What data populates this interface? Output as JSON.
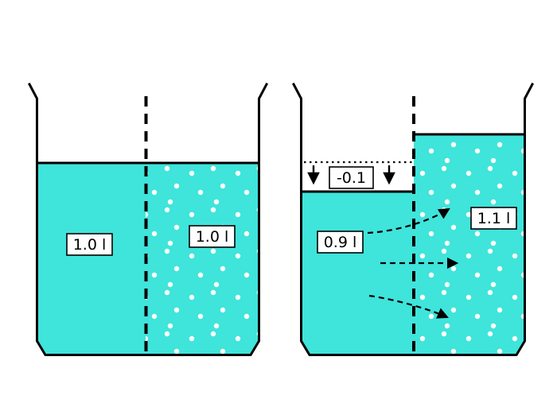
{
  "diagram": {
    "colors": {
      "liquid": "#3FE4DB",
      "outline": "#000000",
      "solute_dots": "#ffffff",
      "background": "#ffffff"
    },
    "beaker_before": {
      "left_volume": "1.0 l",
      "right_volume": "1.0 l"
    },
    "beaker_after": {
      "left_volume": "0.9 l",
      "right_volume": "1.1 l",
      "level_change": "-0.1"
    }
  }
}
